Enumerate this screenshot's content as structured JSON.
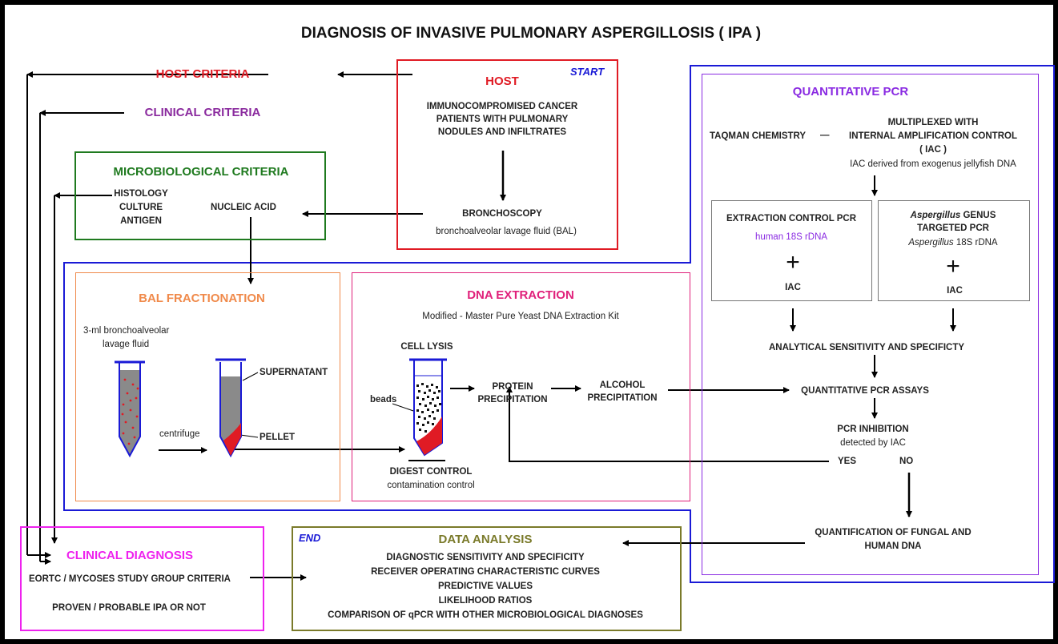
{
  "title": "DIAGNOSIS OF INVASIVE PULMONARY ASPERGILLOSIS ( IPA )",
  "criteria": {
    "host": "HOST CRITERIA",
    "clinical": "CLINICAL CRITERIA"
  },
  "host_box": {
    "start": "START",
    "title": "HOST",
    "desc": [
      "IMMUNOCOMPROMISED CANCER",
      "PATIENTS WITH PULMONARY",
      "NODULES AND INFILTRATES"
    ],
    "bronchoscopy": "BRONCHOSCOPY",
    "bal": "bronchoalveolar lavage fluid (BAL)"
  },
  "micro_box": {
    "title": "MICROBIOLOGICAL CRITERIA",
    "methods": [
      "HISTOLOGY",
      "CULTURE",
      "ANTIGEN"
    ],
    "nucleic": "NUCLEIC ACID"
  },
  "bal_frac": {
    "title": "BAL FRACTIONATION",
    "sample": [
      "3-ml bronchoalveolar",
      "lavage fluid"
    ],
    "centrifuge": "centrifuge",
    "supernatant": "SUPERNATANT",
    "pellet": "PELLET"
  },
  "dna_ext": {
    "title": "DNA EXTRACTION",
    "subtitle": "Modified - Master Pure Yeast DNA Extraction Kit",
    "cell_lysis": "CELL LYSIS",
    "beads": "beads",
    "protein": [
      "PROTEIN",
      "PRECIPITATION"
    ],
    "alcohol": [
      "ALCOHOL",
      "PRECIPITATION"
    ],
    "digest": "DIGEST CONTROL",
    "contamination": "contamination control"
  },
  "qpcr": {
    "title": "QUANTITATIVE PCR",
    "taqman": "TAQMAN CHEMISTRY",
    "dash": "—",
    "multiplexed": [
      "MULTIPLEXED WITH",
      "INTERNAL AMPLIFICATION CONTROL",
      "( IAC )"
    ],
    "iac_source": "IAC derived from exogenus jellyfish DNA",
    "extraction_pcr": {
      "title": "EXTRACTION CONTROL PCR",
      "target": "human 18S rDNA",
      "plus": "+",
      "iac": "IAC"
    },
    "genus_pcr": {
      "title_italic": "Aspergillus",
      "title_rest": " GENUS",
      "title2": "TARGETED PCR",
      "target_italic": "Aspergillus",
      "target_rest": " 18S rDNA",
      "plus": "+",
      "iac": "IAC"
    },
    "analytical": "ANALYTICAL SENSITIVITY AND SPECIFICTY",
    "assays": "QUANTITATIVE PCR ASSAYS",
    "inhibition": "PCR INHIBITION",
    "detected": "detected by IAC",
    "yes": "YES",
    "no": "NO",
    "quantification": [
      "QUANTIFICATION OF FUNGAL AND",
      "HUMAN DNA"
    ]
  },
  "clinical_dx": {
    "title": "CLINICAL DIAGNOSIS",
    "eortc": "EORTC / MYCOSES STUDY GROUP CRITERIA",
    "proven": "PROVEN / PROBABLE IPA  OR  NOT"
  },
  "data_analysis": {
    "end": "END",
    "title": "DATA ANALYSIS",
    "items": [
      "DIAGNOSTIC SENSITIVITY AND SPECIFICITY",
      "RECEIVER OPERATING CHARACTERISTIC CURVES",
      "PREDICTIVE VALUES",
      "LIKELIHOOD RATIOS",
      "COMPARISON OF qPCR WITH OTHER MICROBIOLOGICAL DIAGNOSES"
    ]
  },
  "colors": {
    "frame": "#000000",
    "host": "#e01b24",
    "start_end": "#1a1ad6",
    "clinical": "#8a2a9e",
    "micro": "#1f7a1f",
    "bal": "#f08a4b",
    "dna": "#e0207a",
    "qpcr": "#8a2be2",
    "blue_region": "#1a1ad6",
    "clinical_dx": "#ee22ee",
    "data_analysis": "#7a7a2a"
  }
}
